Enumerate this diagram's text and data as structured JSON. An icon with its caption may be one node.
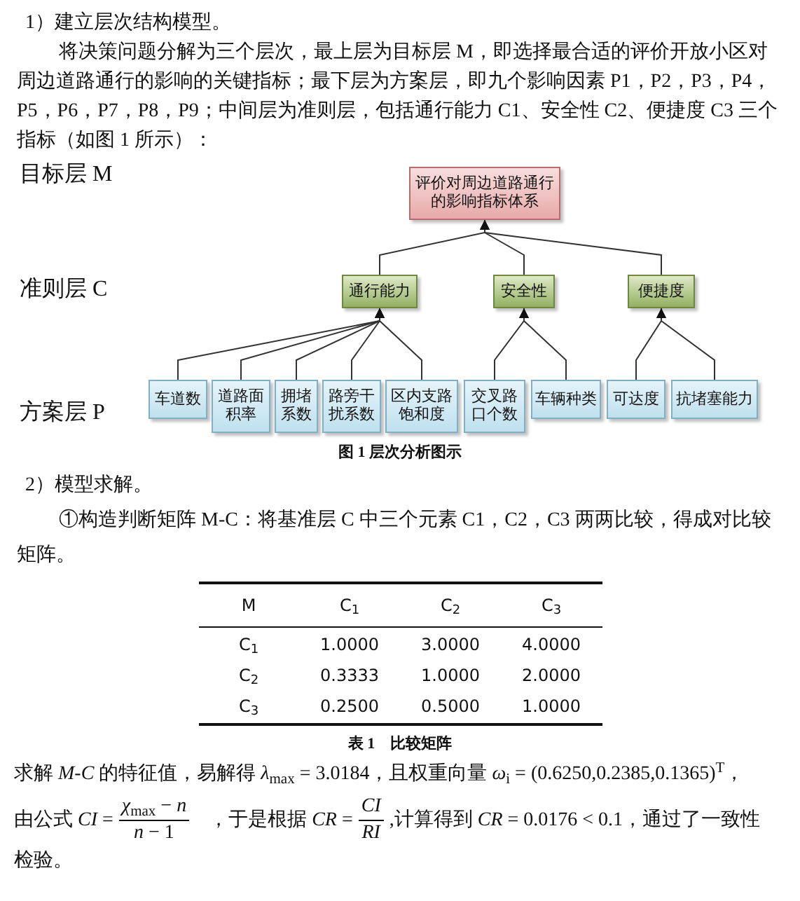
{
  "diagram": {
    "caption": "图 1 层次分析图示",
    "nodes": [
      {
        "text": [
          "评价对周边道路通行的影响指标体系"
        ]
      },
      {
        "text": [
          "通行能力"
        ]
      },
      {
        "text": [
          "安全性"
        ]
      },
      {
        "text": [
          "便捷度"
        ]
      },
      {
        "text": [
          "车道数"
        ]
      },
      {
        "text": [
          "道路面积率"
        ]
      },
      {
        "text": [
          "拥堵系数"
        ]
      },
      {
        "text": [
          "路旁干扰系数"
        ]
      },
      {
        "text": [
          "区内支路饱和度"
        ]
      },
      {
        "text": [
          "交叉路口个数"
        ]
      },
      {
        "text": [
          "车辆种类"
        ]
      },
      {
        "text": [
          "可达度"
        ]
      },
      {
        "text": [
          "抗堵塞能力"
        ]
      }
    ],
    "edges": [
      {
        "from": 1,
        "to": 0,
        "arrow": "to"
      },
      {
        "from": 2,
        "to": 0,
        "arrow": "to"
      },
      {
        "from": 3,
        "to": 0,
        "arrow": "to"
      },
      {
        "from": 4,
        "to": 1,
        "arrow": "to"
      },
      {
        "from": 5,
        "to": 1,
        "arrow": "to"
      },
      {
        "from": 6,
        "to": 1,
        "arrow": "to"
      },
      {
        "from": 7,
        "to": 1,
        "arrow": "to"
      },
      {
        "from": 8,
        "to": 1,
        "arrow": "to"
      },
      {
        "from": 9,
        "to": 2,
        "arrow": "to"
      },
      {
        "from": 10,
        "to": 2,
        "arrow": "to"
      },
      {
        "from": 11,
        "to": 3,
        "arrow": "to"
      },
      {
        "from": 12,
        "to": 3,
        "arrow": "to"
      }
    ],
    "labels": [
      "1）建立层次结构模型。",
      "将决策问题分解为三个层次，最上层为目标层 M，即选择最合适的评价开放小区对周边道路通行的影响的关键指标；最下层为方案层，即九个影响因素 P1，P2，P3，P4，P5，P6，P7，P8，P9；中间层为准则层，包括通行能力 C1、安全性 C2、便捷度 C3 三个指标（如图 1 所示）：",
      "目标层 M",
      "准则层 C",
      "方案层 P",
      "2）模型求解。",
      "①构造判断矩阵 M-C：将基准层 C 中三个元素 C1，C2，C3 两两比较，得成对比较矩阵。",
      "M",
      "C$_{1}$",
      "C$_{2}$",
      "C$_{3}$",
      "C$_{1}$",
      "1.0000",
      "3.0000",
      "4.0000",
      "C$_{2}$",
      "0.3333",
      "1.0000",
      "2.0000",
      "C$_{3}$",
      "0.2500",
      "0.5000",
      "1.0000",
      "表 1　比较矩阵",
      "求解 *M-C* 的特征值，易解得 *λ*$_{max}$ = 3.0184，且权重向量 *ω*$_{i}$ = (0.6250,0.2385,0.1365)$^{T}$，",
      "由公式 *CI* =",
      "*χ*$_{max}$ − *n*",
      "*n* − 1",
      "，于是根据 *CR* =",
      "*CI*",
      "*RI*",
      ",计算得到 *CR* = 0.0176 < 0.1，通过了一致性",
      "检验。"
    ]
  }
}
